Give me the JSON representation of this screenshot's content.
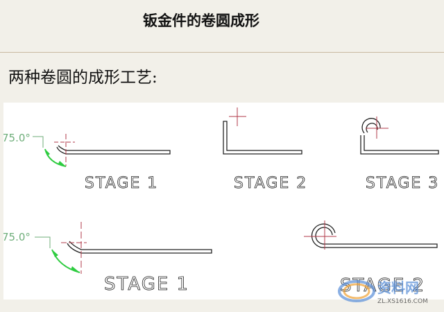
{
  "title": "钣金件的卷圆成形",
  "subtitle": "两种卷圆的成形工艺:",
  "diagram": {
    "row1": {
      "angle": "75.0°",
      "labels": [
        "STAGE 1",
        "STAGE 2",
        "STAGE 3"
      ]
    },
    "row2": {
      "angle": "75.0°",
      "labels": [
        "STAGE 1",
        "STAGE 2"
      ]
    }
  },
  "watermark": {
    "name": "资料网",
    "url": "ZL.XS1616.COM"
  },
  "colors": {
    "background": "#f2f0e9",
    "dimension": "#2ecc40",
    "centerline": "#b23a48"
  }
}
